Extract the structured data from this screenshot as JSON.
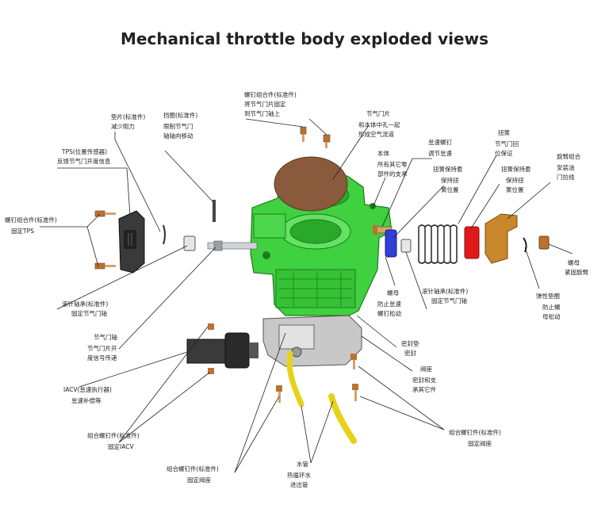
{
  "title": "Mechanical throttle body exploded views",
  "labels": {
    "screws_top_1": "螺钉组合件(标准件)",
    "screws_top_2": "将节气门片固定",
    "screws_top_3": "到节气门轴上",
    "plate_1": "节气门片",
    "plate_2": "和本体中孔一起",
    "plate_3": "形成空气流道",
    "gasket_1": "垫片(标准件)",
    "gasket_2": "减少阻力",
    "retainer_1": "挡圈(标准件)",
    "retainer_2": "限制节气门",
    "retainer_3": "轴轴向移动",
    "tps_1": "TPS(位置传感器)",
    "tps_2": "反馈节气门开度信息",
    "tps_screw_1": "螺钉组合件(标准件)",
    "tps_screw_2": "固定TPS",
    "body_1": "本体",
    "body_2": "所有其它零",
    "body_3": "部件的支承",
    "idle_screw_1": "怠速螺钉",
    "idle_screw_2": "调节怠速",
    "spring_ret_1": "扭簧保持套",
    "spring_ret_2": "保持扭",
    "spring_ret_3": "簧位置",
    "spring_1": "扭簧",
    "spring_2": "节气门回",
    "spring_3": "位保证",
    "spring_ret2_1": "扭簧保持套",
    "spring_ret2_2": "保持扭",
    "spring_ret2_3": "簧位置",
    "cam_1": "旋臂组合",
    "cam_2": "安装油",
    "cam_3": "门拉线",
    "nut_1": "螺母",
    "nut_2": "紧固旋臂",
    "washer_1": "弹性垫圈",
    "washer_2": "防止螺",
    "washer_3": "母松动",
    "bearing_l_1": "滚针轴承(标准件)",
    "bearing_l_2": "固定节气门轴",
    "bearing_r_1": "滚针轴承(标准件)",
    "bearing_r_2": "固定节气门轴",
    "nut_c_1": "螺母",
    "nut_c_2": "防止怠速",
    "nut_c_3": "螺钉松动",
    "shaft_1": "节气门轴",
    "shaft_2": "节气门片开",
    "shaft_3": "度信号传递",
    "seal_1": "密封垫",
    "seal_2": "密封",
    "cover_1": "阀座",
    "cover_2": "密封和支",
    "cover_3": "承其它件",
    "iacv_1": "IACV(怠速执行器)",
    "iacv_2": "怠速补偿等",
    "iacv_screw_1": "组合螺钉件(标准件)",
    "iacv_screw_2": "固定IACV",
    "screw_bl_1": "组合螺钉件(标准件)",
    "screw_bl_2": "固定阀座",
    "water_1": "水管",
    "water_2": "热循环水",
    "water_3": "进出管",
    "screw_br_1": "组合螺钉件(标准件)",
    "screw_br_2": "固定阀座"
  },
  "colors": {
    "body_green": "#3fd13f",
    "body_dark": "#1f7a1f",
    "plate_brown": "#8a5a3c",
    "bearing_blue": "#2f3fd8",
    "retainer_red": "#e01a1a",
    "cam_orange": "#c8872a",
    "hose_yellow": "#e6d21a",
    "cover_grey": "#c8c8c8",
    "iacv_dark": "#3a3a3a",
    "screw_copper": "#b87333"
  }
}
